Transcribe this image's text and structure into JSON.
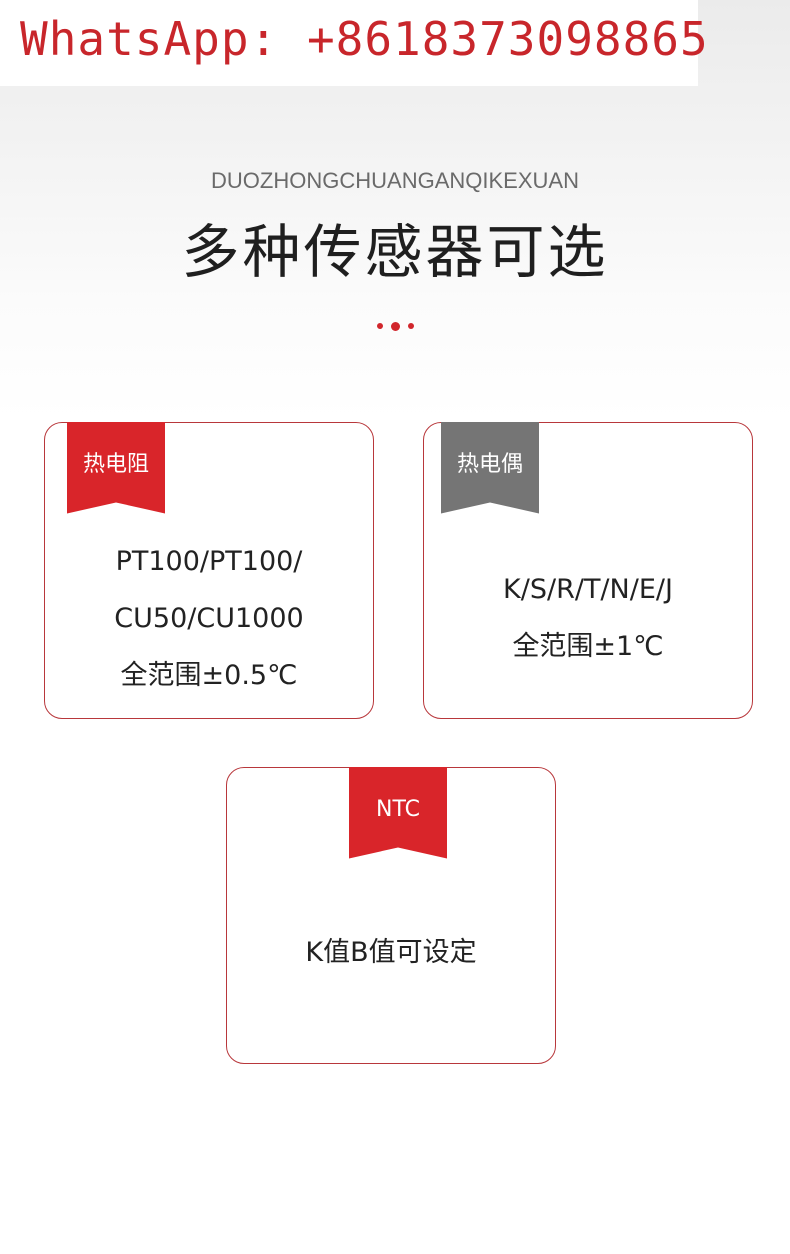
{
  "banner": {
    "whatsapp": "WhatsApp: +8618373098865"
  },
  "header": {
    "subtitle": "DUOZHONGCHUANGANQIKEXUAN",
    "title": "多种传感器可选"
  },
  "colors": {
    "accent": "#d9252a",
    "gray_tag": "#757575",
    "border": "#b8373b"
  },
  "cards": [
    {
      "tag": "热电阻",
      "lines": [
        "PT100/PT100/",
        "CU50/CU1000",
        "全范围±0.5℃"
      ]
    },
    {
      "tag": "热电偶",
      "lines": [
        "K/S/R/T/N/E/J",
        "全范围±1℃"
      ]
    },
    {
      "tag": "NTC",
      "lines": [
        "K值B值可设定"
      ]
    }
  ]
}
